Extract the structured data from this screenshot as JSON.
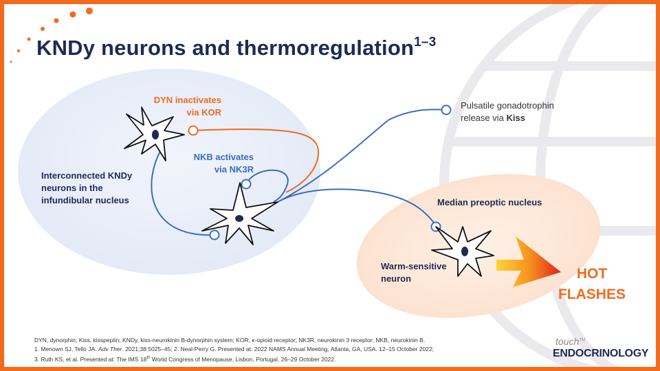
{
  "title": {
    "text": "KNDy neurons and thermoregulation",
    "superscript": "1–3"
  },
  "labels": {
    "dyn_line1": "DYN inactivates",
    "dyn_line2": "via KOR",
    "nkb_line1": "NKB activates",
    "nkb_line2": "via NK3R",
    "kndy_line1": "Interconnected KNDy",
    "kndy_line2": "neurons in the",
    "kndy_line3": "infundibular nucleus",
    "pulsatile_line1": "Pulsatile gonadotrophin",
    "pulsatile_line2_prefix": "release via ",
    "pulsatile_line2_bold": "Kiss",
    "median_preoptic": "Median preoptic nucleus",
    "warm_line1": "Warm-sensitive",
    "warm_line2": "neuron",
    "hot_line1": "HOT",
    "hot_line2": "FLASHES"
  },
  "references": {
    "abbreviations": "DYN, dynorphin; Kiss, kisspeptin; KNDy, kiss-neurokinin B-dynorphin system; KOR, κ-opioid receptor; NK3R, neurokinin 3 receptor; NKB, neurokinin B.",
    "ref1_a": "1. Menown SJ, Tello JA. ",
    "ref1_journal": "Adv Ther",
    "ref1_b": ". 2021;38:5025–45; 2. Neal-Perry G. Presented at: 2022 NAMS Annual Meeting, Atlanta, GA, USA. 12–15 October 2022;",
    "ref3_a": "3. Ruth KS, et al. Presented at: The IMS 18",
    "ref3_sup": "th",
    "ref3_b": " World Congress of Menopause, Lisbon, Portugal. 26–29 October 2022."
  },
  "logo": {
    "touch": "touch",
    "tm": "TM",
    "endocrinology": "ENDOCRINOLOGY"
  },
  "colors": {
    "border": "#f26b1d",
    "title": "#1e2a55",
    "orange": "#ee6a1c",
    "blue": "#3b6dbf",
    "kndy_region": "#e8eef8",
    "preoptic_region": "#fde9dc"
  }
}
